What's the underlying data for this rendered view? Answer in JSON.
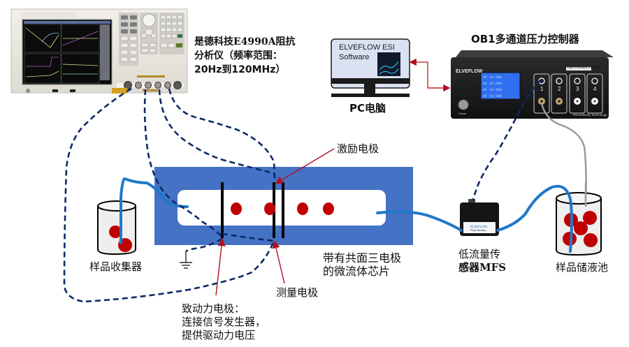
{
  "analyzer": {
    "label_line1": "是德科技E4990A阻抗",
    "label_line2": "分析仪（频率范围：",
    "label_line3": "20Hz到120MHz）",
    "brand": "KEYSIGHT",
    "model": "E4990A"
  },
  "pc": {
    "screen_line1": "ELVEFLOW ESI",
    "screen_line2": "Software",
    "label": "PC电脑"
  },
  "controller": {
    "title": "OB1多通道压力控制器",
    "brand": "ELVEFLOW",
    "panel_label": "OB1 Pressure Controller",
    "channels": [
      "1",
      "2",
      "3",
      "4"
    ],
    "footer": "Piezoelectric technology",
    "power": "Power"
  },
  "chip": {
    "label_line1": "带有共面三电极",
    "label_line2": "的微流体芯片",
    "color": "#4472c4"
  },
  "electrodes": {
    "excitation": "激励电极",
    "measurement": "测量电极",
    "driving_line1": "致动力电极：",
    "driving_line2": "连接信号发生器，",
    "driving_line3": "提供驱动力电压"
  },
  "collector": {
    "label": "样品收集器"
  },
  "reservoir": {
    "label": "样品储液池"
  },
  "flow_sensor": {
    "label_line1": "低流量传",
    "label_line2": "感器MFS",
    "device_text": "Flow Sensor"
  },
  "colors": {
    "tubing": "#1f78c8",
    "cable": "#0d2a66",
    "arrow": "#b01020",
    "particle": "#c00000"
  }
}
